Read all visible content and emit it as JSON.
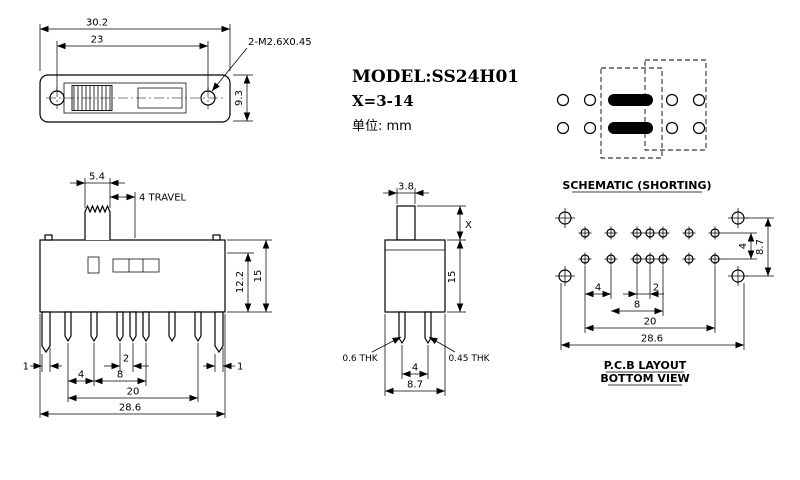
{
  "title_block": {
    "model": "MODEL:SS24H01",
    "x_range": "X=3-14",
    "unit_label": "单位: mm"
  },
  "top_view": {
    "dim_overall_width": "30.2",
    "dim_hole_spacing": "23",
    "thread_note": "2-M2.6X0.45",
    "dim_height": "9.3"
  },
  "front_view": {
    "dim_knob_width": "5.4",
    "travel_note": "4 TRAVEL",
    "dim_body_height": "12.2",
    "dim_total_height": "15",
    "dim_left_tab": "1",
    "dim_center_gap": "2",
    "dim_right_tab": "1",
    "dim_pitch": "4",
    "dim_group": "8",
    "dim_pin_span": "20",
    "dim_overall": "28.6"
  },
  "side_view": {
    "dim_knob_width": "3.8",
    "dim_actuator_height": "X",
    "dim_body_height": "15",
    "thickness_left": "0.6 THK",
    "thickness_right": "0.45 THK",
    "dim_row_spacing": "4",
    "dim_body_width": "8.7"
  },
  "schematic": {
    "caption": "SCHEMATIC (SHORTING)"
  },
  "pcb_layout": {
    "caption_line1": "P.C.B LAYOUT",
    "caption_line2": "BOTTOM VIEW",
    "dim_row_spacing": "4",
    "dim_body_width": "8.7",
    "dim_pitch": "4",
    "dim_center_gap": "2",
    "dim_group": "8",
    "dim_pin_span": "20",
    "dim_overall": "28.6"
  }
}
